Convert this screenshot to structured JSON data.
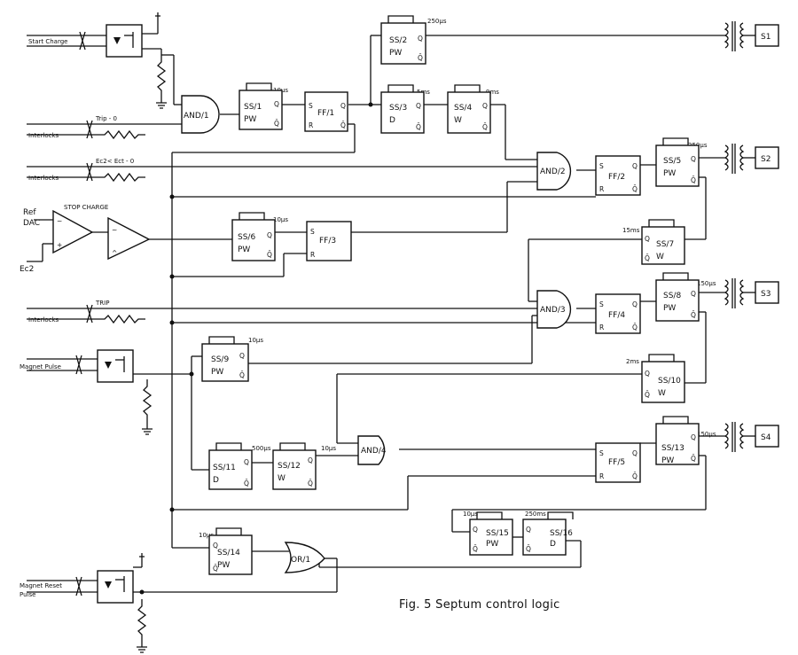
{
  "caption": "Fig. 5  Septum control logic",
  "inputs": {
    "start_charge": "Start Charge",
    "interlocks_1": "Interlocks",
    "trip_0": "Trip - 0",
    "interlocks_2": "Interlocks",
    "ec2_lt": "Ec2< Ect - 0",
    "ref_dac_1": "Ref",
    "ref_dac_2": "DAC",
    "ec2": "Ec2",
    "stop_charge": "STOP CHARGE",
    "interlocks_3": "Interlocks",
    "trip": "TRIP",
    "magnet_pulse": "Magnet Pulse",
    "magnet_reset_1": "Magnet Reset",
    "magnet_reset_2": "Pulse"
  },
  "gates": {
    "and1": "AND/1",
    "and2": "AND/2",
    "and3": "AND/3",
    "and4": "AND/4",
    "or1": "OR/1"
  },
  "blocks": {
    "ss1": {
      "name": "SS/1",
      "mode": "PW",
      "time": "10μs"
    },
    "ss2": {
      "name": "SS/2",
      "mode": "PW",
      "time": "250μs"
    },
    "ss3": {
      "name": "SS/3",
      "mode": "D",
      "time": "5ms"
    },
    "ss4": {
      "name": "SS/4",
      "mode": "W",
      "time": "9ms"
    },
    "ss5": {
      "name": "SS/5",
      "mode": "PW",
      "time": "250μs"
    },
    "ss6": {
      "name": "SS/6",
      "mode": "PW",
      "time": "10μs"
    },
    "ss7": {
      "name": "SS/7",
      "mode": "W",
      "time": "15ms"
    },
    "ss8": {
      "name": "SS/8",
      "mode": "PW",
      "time": "150μs"
    },
    "ss9": {
      "name": "SS/9",
      "mode": "PW",
      "time": "10μs"
    },
    "ss10": {
      "name": "SS/10",
      "mode": "W",
      "time": "2ms"
    },
    "ss11": {
      "name": "SS/11",
      "mode": "D",
      "time": "500μs"
    },
    "ss12": {
      "name": "SS/12",
      "mode": "W",
      "time": "10μs"
    },
    "ss13": {
      "name": "SS/13",
      "mode": "PW",
      "time": "150μs"
    },
    "ss14": {
      "name": "SS/14",
      "mode": "PW",
      "time": "10μs"
    },
    "ss15": {
      "name": "SS/15",
      "mode": "PW",
      "time": "10μs"
    },
    "ss16": {
      "name": "SS/16",
      "mode": "D",
      "time": "250ms"
    },
    "ff1": {
      "name": "FF/1"
    },
    "ff2": {
      "name": "FF/2"
    },
    "ff3": {
      "name": "FF/3"
    },
    "ff4": {
      "name": "FF/4"
    },
    "ff5": {
      "name": "FF/5"
    }
  },
  "pins": {
    "s": "S",
    "r": "R",
    "q": "Q",
    "qbar": "Q̄"
  },
  "outputs": {
    "s1": "S1",
    "s2": "S2",
    "s3": "S3",
    "s4": "S4"
  }
}
